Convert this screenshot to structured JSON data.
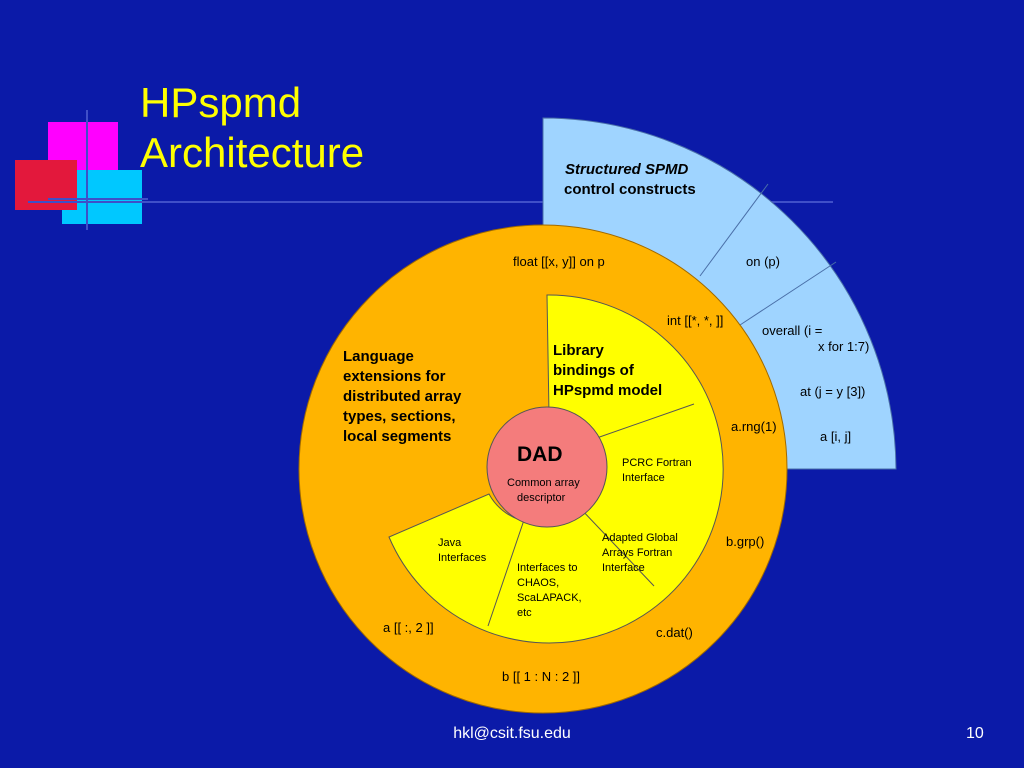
{
  "slide": {
    "title_line1": "HPspmd",
    "title_line2": "Architecture",
    "footer_email": "hkl@csit.fsu.edu",
    "page_number": "10"
  },
  "colors": {
    "background": "#0b1aa8",
    "title": "#ffff00",
    "outer_ring": "#ffb400",
    "control_sector": "#9fd4ff",
    "library_ring": "#ffff00",
    "dad_circle": "#f47c7c"
  },
  "diagram": {
    "control": {
      "heading_italic": "Structured SPMD",
      "heading": "control constructs",
      "items": [
        "on (p)",
        "overall (i =",
        "x for 1:7)",
        "at (j = y [3])",
        "a [i, j]"
      ]
    },
    "language": {
      "lines": [
        "Language",
        "extensions for",
        "distributed array",
        "types, sections,",
        "local segments"
      ],
      "examples": [
        "float [[x, y]] on p",
        "int [[*, *, ]]",
        "a.rng(1)",
        "b.grp()",
        "c.dat()",
        "b [[ 1 : N : 2 ]]",
        "a [[ :, 2 ]]"
      ]
    },
    "library": {
      "lines": [
        "Library",
        "bindings of",
        "HPspmd model"
      ],
      "pcrc": [
        "PCRC Fortran",
        "Interface"
      ],
      "adapted": [
        "Adapted Global",
        "Arrays Fortran",
        "Interface"
      ],
      "chaos": [
        "Interfaces to",
        "CHAOS,",
        "ScaLAPACK,",
        "etc"
      ],
      "java": [
        "Java",
        "Interfaces"
      ]
    },
    "dad": {
      "title": "DAD",
      "desc": [
        "Common array",
        "descriptor"
      ]
    }
  }
}
